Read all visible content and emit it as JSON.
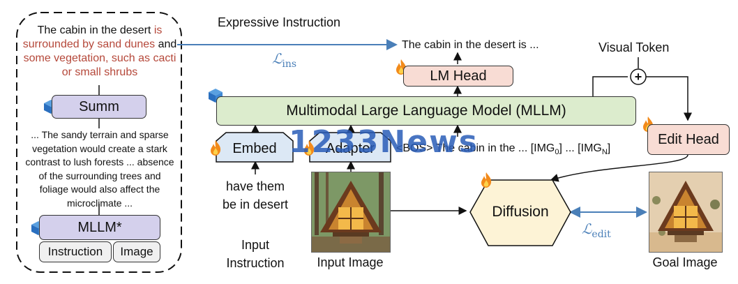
{
  "left_panel": {
    "description": {
      "part1": "The cabin in the desert ",
      "part2": "is surrounded by sand dunes",
      "part3": " and ",
      "part4": "some vegetation, such as cacti or small shrubs"
    },
    "summ_label": "Summ",
    "reasoning": "... The sandy terrain and sparse vegetation would create a stark contrast to lush forests ... absence of the surrounding trees and foliage would also affect the microclimate ...",
    "mllm_star_label": "MLLM*",
    "instruction_label": "Instruction",
    "image_label": "Image"
  },
  "top": {
    "expressive_instruction": "Expressive Instruction",
    "loss_ins_symbol": "ℒ",
    "loss_ins_sub": "ins",
    "output_text": "The cabin in the desert is ...",
    "visual_token": "Visual Token",
    "plus_symbol": "+"
  },
  "model": {
    "lm_head": "LM Head",
    "mllm": "Multimodal Large Language Model (MLLM)",
    "embed": "Embed",
    "adapter": "Adapter",
    "token_seq": "<BOS> The cabin in the ...  [IMG",
    "img0_sub": "0",
    "token_mid": "] ... [IMG",
    "imgN_sub": "N",
    "token_end": "]",
    "edit_head": "Edit Head",
    "diffusion": "Diffusion",
    "loss_edit_symbol": "ℒ",
    "loss_edit_sub": "edit"
  },
  "inputs": {
    "instruction_text_1": "have them",
    "instruction_text_2": "be in desert",
    "input_instruction_1": "Input",
    "input_instruction_2": "Instruction",
    "input_image": "Input Image",
    "goal_image": "Goal Image"
  },
  "watermark": "1233News",
  "colors": {
    "accent_blue": "#4a7fb8",
    "red_text": "#b5483a",
    "purple": "#d4d0ec",
    "pink": "#f8dcd4",
    "green": "#dceccd",
    "blue_box": "#dce8f5"
  }
}
